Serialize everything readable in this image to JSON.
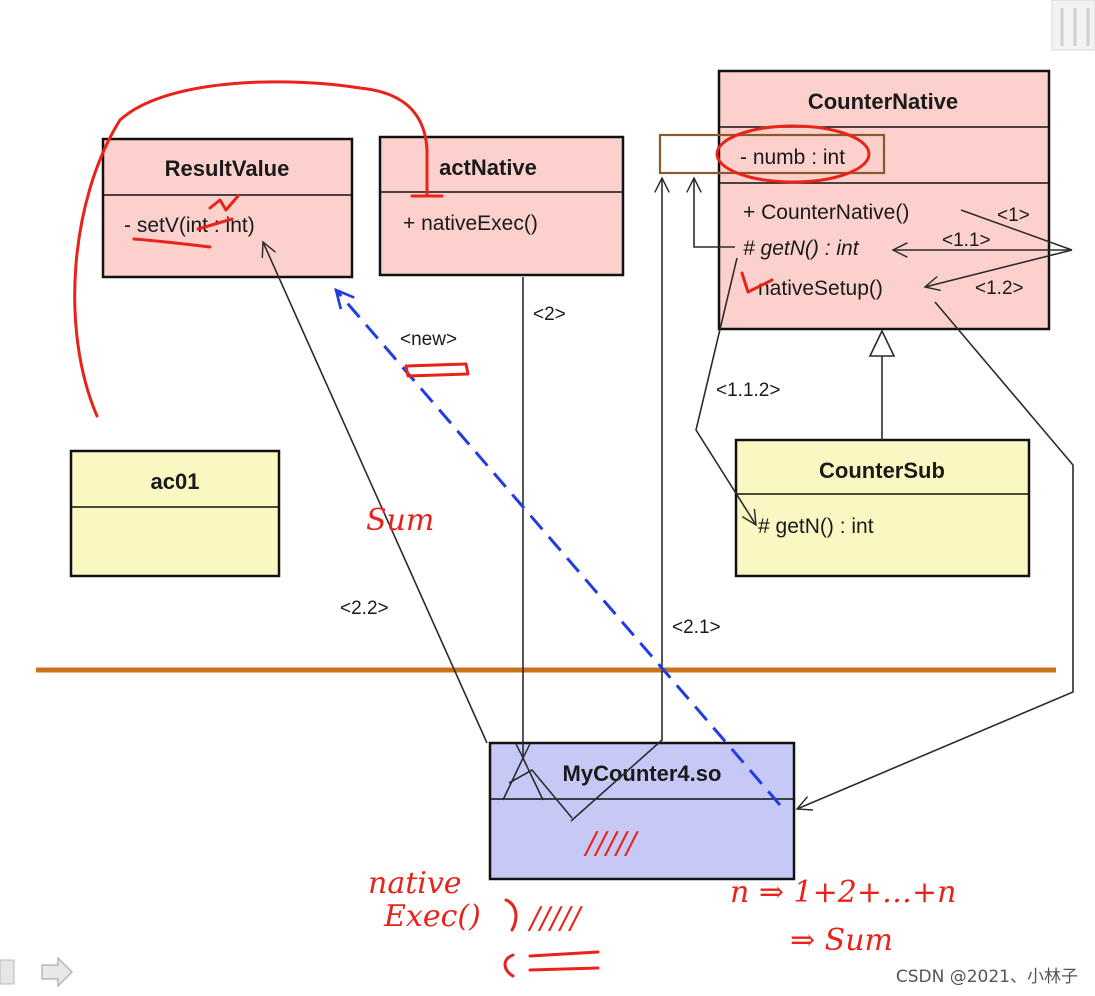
{
  "classes": {
    "result_value": {
      "name": "ResultValue",
      "members": [
        "- setV(int : int)"
      ]
    },
    "act_native": {
      "name": "actNative",
      "members": [
        "+ nativeExec()"
      ]
    },
    "counter_native": {
      "name": "CounterNative",
      "attributes": [
        "- numb : int"
      ],
      "methods": [
        "+ CounterNative()",
        "# getN() : int",
        "nativeSetup()"
      ]
    },
    "ac01": {
      "name": "ac01"
    },
    "counter_sub": {
      "name": "CounterSub",
      "members": [
        "# getN() : int"
      ]
    },
    "my_counter": {
      "name": "MyCounter4.so"
    }
  },
  "labels": {
    "l1": "<1>",
    "l11": "<1.1>",
    "l12": "<1.2>",
    "l112": "<1.1.2>",
    "l2": "<2>",
    "lnew": "<new>",
    "l21": "<2.1>",
    "l22": "<2.2>"
  },
  "handwriting": {
    "sum1": "Sum",
    "native": "native",
    "exec": "Exec()",
    "n_formula": "n ⇒ 1+2+…+n",
    "sum2": "⇒ Sum",
    "slashes": "/////",
    "slashes2": "/////"
  },
  "watermark": "CSDN @2021、小林子",
  "colors": {
    "class_pink": "#fcd0cc",
    "class_yellow": "#fbf7c3",
    "class_blue": "#c6c8f5",
    "divider_orange": "#c8731a",
    "ink_red": "#e8231a",
    "dashed_blue": "#1f3de0"
  }
}
